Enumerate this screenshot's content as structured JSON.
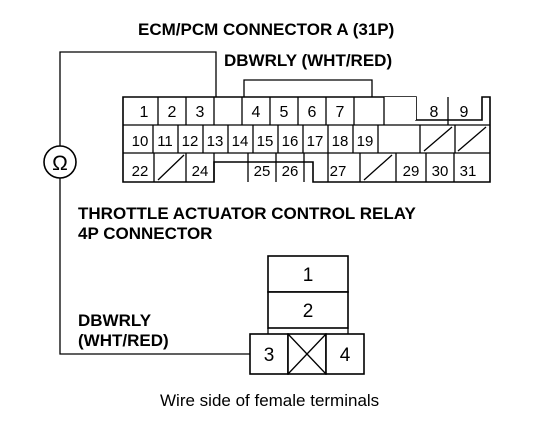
{
  "labels": {
    "ecm_title": "ECM/PCM CONNECTOR A (31P)",
    "dbwrly_top": "DBWRLY (WHT/RED)",
    "relay_line1": "THROTTLE ACTUATOR CONTROL RELAY",
    "relay_line2": "4P CONNECTOR",
    "dbwrly_left_line1": "DBWRLY",
    "dbwrly_left_line2": "(WHT/RED)",
    "caption": "Wire side of female terminals",
    "ohm_symbol": "Ω"
  },
  "ecm_connector": {
    "row1": [
      "1",
      "2",
      "3",
      "4",
      "5",
      "6",
      "7",
      "",
      "8",
      "9"
    ],
    "row2": [
      "10",
      "11",
      "12",
      "13",
      "14",
      "15",
      "16",
      "17",
      "18",
      "19",
      "",
      ""
    ],
    "row3": [
      "22",
      "",
      "24",
      "",
      "25",
      "26",
      "",
      "27",
      "",
      "29",
      "30",
      "31"
    ]
  },
  "relay_connector": {
    "pins": [
      "1",
      "2",
      "3",
      "4"
    ]
  },
  "colors": {
    "ink": "#000000",
    "background": "#ffffff"
  }
}
